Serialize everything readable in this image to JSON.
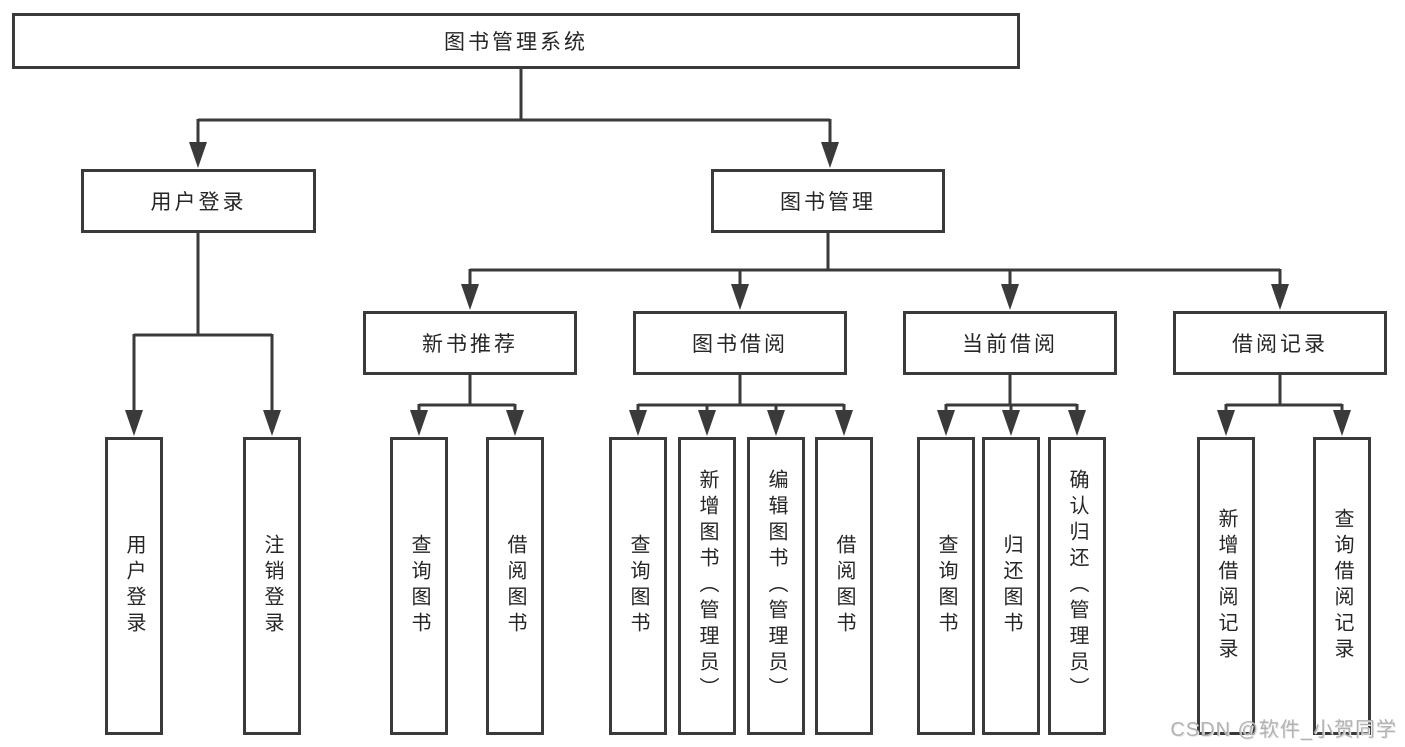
{
  "tree": {
    "root": {
      "label": "图书管理系统",
      "children": [
        {
          "label": "用户登录",
          "leaves": [
            "用户登录",
            "注销登录"
          ]
        },
        {
          "label": "图书管理",
          "children": [
            {
              "label": "新书推荐",
              "leaves": [
                "查询图书",
                "借阅图书"
              ]
            },
            {
              "label": "图书借阅",
              "leaves": [
                "查询图书",
                "新增图书（管理员）",
                "编辑图书（管理员）",
                "借阅图书"
              ]
            },
            {
              "label": "当前借阅",
              "leaves": [
                "查询图书",
                "归还图书",
                "确认归还（管理员）"
              ]
            },
            {
              "label": "借阅记录",
              "leaves": [
                "新增借阅记录",
                "查询借阅记录"
              ]
            }
          ]
        }
      ]
    }
  },
  "watermark": {
    "text": "CSDN @软件_小贺同学"
  },
  "colors": {
    "line": "#3a3a3a",
    "border": "#3a3a3a",
    "text": "#262626",
    "watermark": "#b2b2b2",
    "background": "#ffffff"
  }
}
